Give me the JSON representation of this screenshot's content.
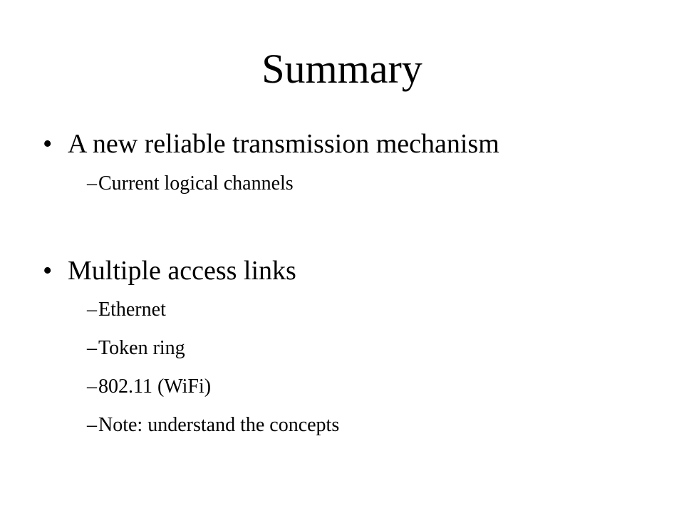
{
  "slide": {
    "title": "Summary",
    "bullets": [
      {
        "marker": "•",
        "text": "A new reliable transmission mechanism",
        "subitems": [
          {
            "marker": "–",
            "text": "Current logical channels"
          }
        ]
      },
      {
        "marker": "•",
        "text": "Multiple access links",
        "subitems": [
          {
            "marker": "–",
            "text": "Ethernet"
          },
          {
            "marker": "–",
            "text": "Token ring"
          },
          {
            "marker": "–",
            "text": "802.11 (WiFi)"
          },
          {
            "marker": "–",
            "text": "Note: understand the concepts"
          }
        ]
      }
    ]
  }
}
